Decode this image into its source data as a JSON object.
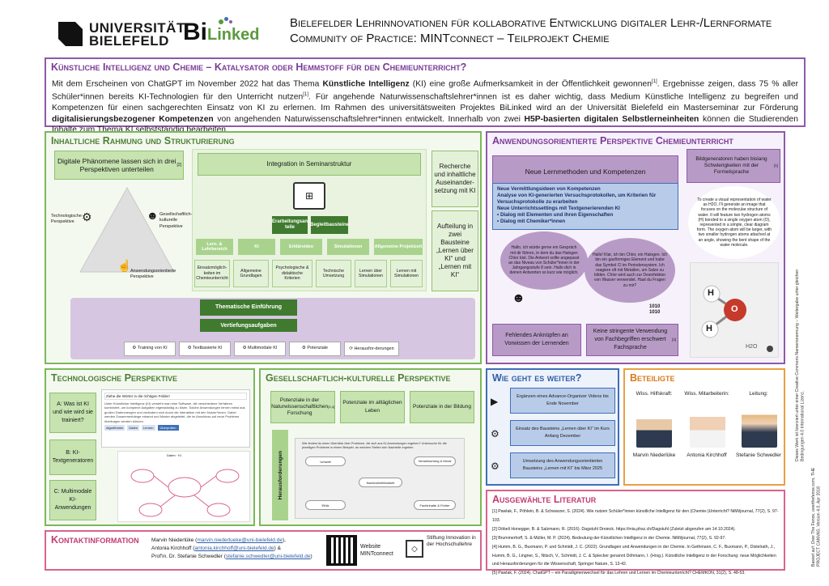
{
  "header": {
    "uni_line1": "UNIVERSITÄT",
    "uni_line2": "BIELEFELD",
    "bilinked_bi": "Bi",
    "bilinked_linked": "Linked",
    "title_line1": "Bielefelder Lehrinnovationen für kollaborative Entwicklung digitaler Lehr-/Lernformate",
    "title_line2": "Community of Practice: MINTconnect – Teilprojekt Chemie"
  },
  "intro": {
    "title": "Künstliche Intelligenz und Chemie – Katalysator oder Hemmstoff für den Chemieunterricht?",
    "p1": "Mit dem Erscheinen von ChatGPT im November 2022 hat das Thema ",
    "p1_bold": "Künstliche Intelligenz",
    "p2": " (KI) eine große Aufmerksamkeit in der Öffentlichkeit gewonnen",
    "p2_ref": "[1]",
    "p3": ". Ergebnisse zeigen, dass 75 % aller Schüler*innen bereits KI-Technologien für den Unterricht nutzen",
    "p3_ref": "[1]",
    "p4": ". Für angehende Naturwissenschaftslehrer*innen ist es daher wichtig, dass Medium Künstliche Intelligenz zu begreifen und Kompetenzen für einen sachgerechten Einsatz von KI zu erlernen. Im Rahmen des universitätsweiten Projektes BiLinked wird an der Universität Bielefeld ein Masterseminar zur Förderung ",
    "p4_bold": "digitalisierungsbezogener Kompetenzen",
    "p5": " von angehenden Naturwissenschaftslehrer*innen entwickelt. Innerhalb von zwei ",
    "p5_bold": "H5P-basierten digitalen Selbstlerneinheiten",
    "p6": " können die Studierenden Inhalte zum Thema KI selbstständig bearbeiten."
  },
  "rahmung": {
    "title": "Inhaltliche Rahmung und Strukturierung",
    "phenomena": "Digitale Phänomene lassen sich in drei Perspektiven unterteilen",
    "phenomena_ref": "[2]",
    "tech_persp": "Technologische Perspektive",
    "gesell_persp": "Gesellschaftlich-kulturelle Perspektive",
    "anwend_persp": "Anwendungsorientierte Perspektive",
    "integration": "Integration in Seminarstruktur",
    "erarbeitung": "Erarbeitungsan teile",
    "begleit": "Begleitbausteine",
    "top_boxes": [
      "Lern- & Lehrbereich",
      "KI",
      "Erklärvideo",
      "Simulationen",
      "Allgemeine Projektzeit"
    ],
    "bottom_boxes": [
      "Einsatzmöglich-keiten im Chemieunterricht",
      "Allgemeine Grundlagen",
      "Psychologische & didaktische Kriterien",
      "Technische Umsetzung",
      "Lernen über Simulationen",
      "Lernen mit Simulationen"
    ],
    "recherche": "Recherche und inhaltliche Auseinander-setzung mit KI",
    "aufteilung": "Aufteilung in zwei Bausteine „Lernen über KI“ und „Lernen mit KI“",
    "thematische": "Thematische Einführung",
    "vertiefung": "Vertiefungsaufgaben",
    "tasks": [
      "Training von KI",
      "Textbasierte KI",
      "Multimodale KI",
      "Potenziale",
      "Herausfor-derungen"
    ]
  },
  "anwendung": {
    "title": "Anwendungsorientierte Perspektive Chemieunterricht",
    "neue_lern": "Neue Lernmethoden und Kompetenzen",
    "ideas_l1": "Neue Vermittlungsideen von Kompetenzen",
    "ideas_l2": "Analyse von KI-generierten Versuchsprotokollen, um Kriterien für Versuchsprotokolle zu erarbeiten",
    "ideas_l3": "Neue Unterrichtssettings mit Textgenerierenden KI",
    "ideas_b1": "Dialog mit Elementen und ihren Eigenschaften",
    "ideas_b2": "Dialog mit Chemiker*innen",
    "bubble1": "Hallo, ich würde gerne ein Gespräch mit dir führen, in dem du das Halogen Chlor bist. Die Antwort sollte angepasst an das Niveau von Schüler*innen in der Jahrgangsstufe 8 sein. Hallo dich in deinen Antworten so kurz wie möglich.",
    "bubble2": "Hallo! Klar, ich bin Chlor, ein Halogen. Ich bin ein gasförmiges Element und habe das Symbol Cl im Periodensystem. Ich reagiere oft mit Metallen, um Salze zu bilden. Chlor wird auch zur Desinfektion von Wasser verwendet. Hast du Fragen zu mir?",
    "binary": "1010 1010",
    "fehlende": "Fehlendes Anknüpfen an Vorwissen der Lernenden",
    "keine": "Keine stringente Verwendung von Fachbegriffen erschwert Fachsprache",
    "keine_ref": "[3]",
    "bildgen": "Bildgeneratoren haben bislang Schwierigkeiten mit der Formelsprache",
    "bildgen_ref": "[1]",
    "prompt": "To create a visual representation of water as H2O, I'll generate an image that focuses on the molecular structure of water. It will feature two hydrogen atoms (H) bonded to a single oxygen atom (O), represented in a simple, clear diagram form. The oxygen atom will be larger, with two smaller hydrogen atoms attached at an angle, showing the bent shape of the water molecule.",
    "atom_h1": "H",
    "atom_o": "O",
    "atom_h2": "H",
    "formula": "H2O"
  },
  "tech": {
    "title": "Technologische Perspektive",
    "a": "A: Was ist KI und wie wird sie trainiert?",
    "b": "B: KI-Textgeneratoren",
    "c": "C: Multimodale KI-Anwendungen",
    "cloze_title": "Ziehe die Wörter in die richtigen Felder!",
    "cloze_text": "Unter Künstlicher Intelligenz (KI) versteht man eine Software, die verschiedene Verfahren kombiniert, um komplexe Aufgaben eigenständig zu lösen. Solche Anwendungen lernen meist aus großen Datenmengen und verändern sich durch die Interaktion mit den Nutzer*innen. Dabei werden Zusammenhänge erkannt und Muster abgeleitet, die im Anschluss auf neue Probleme übertragen werden können.",
    "chip1": "Algorithmen",
    "chip2": "Daten",
    "chip3": "Lernen",
    "diagram_label": "Daten · KI",
    "check": "Überprüfen"
  },
  "gesell": {
    "title": "Gesellschaftlich-kulturelle Perspektive",
    "box1": "Potenziale in der Naturwissenschaftlichen Forschung",
    "box1_ref": "[3,4]",
    "box2": "Potenziale im alltäglichen Leben",
    "box3": "Potenziale in der Bildung",
    "vertical": "Herausforderungen",
    "screen_text": "Wie findest du einen Überblick über Probleme, die sich aus KI-Anwendungen ergeben? Untersuche für die jeweiligen Probleme in einem Beispiel, an welchen Stellen sich Nachteile ergeben.",
    "nodes": [
      "Umwelt",
      "Verantwortung & Moral",
      "Nachvollziehbarkeit",
      "Ethik",
      "Fachinhalte & Fehler"
    ]
  },
  "weiter": {
    "title": "Wie geht es weiter?",
    "step1": "Ergänzen eines Advance-Organizer Videos bis Ende November",
    "step2": "Einsatz des Bausteins „Lernen über KI“ im Kurs Anfang Dezember",
    "step3": "Umsetzung des Anwendungsorientierten Bausteins „Lernen mit KI“ bis März 2025"
  },
  "beteiligte": {
    "title": "Beteiligte",
    "roles": [
      "Wiss. Hilfskraft:",
      "Wiss. Mitarbeiterin:",
      "Leitung:"
    ],
    "names": [
      "Marvin Niederlüke",
      "Antonia Kirchhoff",
      "Stefanie Schwedler"
    ]
  },
  "literatur": {
    "title": "Ausgewählte Literatur",
    "refs": [
      "[1] Pawlak, F., Pöhlein, B. & Schwarzer, S. (2024). Wie nutzen Schüler*innen künstliche Intelligenz für den (Chemie-)Unterricht? NiMi/journal, 77(2), S. 97-103.",
      "[2] Döbeli Honegger, B. & Salzmann, R. (2016). Dagstuhl Dreieck. https://mia.phsz.ch/Dagstuhl (Zuletzt abgerufen am 14.10.2024).",
      "[3] Brummerhoff, S. & Müller, M. P. (2024). Bedeutung der Künstlichen Intelligenz in der Chemie. NiMi/journal, 77(2), S. 92-97.",
      "[4] Humm, B. G., Buxmann, P. und Schmidt, J. C. (2022). Grundlagen und Anwendungen in der Chemie. In Gethmann, C. F., Buxmann, P., Distelrath, J., Humm, B. G., Lingner, S., Nitsch, V., Schmidt, J. C. & Spiecker genannt Döhmann, I. (Hrsg.). Künstliche Intelligenz in der Forschung: neue Möglichkeiten und Herausforderungen für die Wissenschaft, Springer Nature, S. 13-42.",
      "[5] Pawlak, F. (2024). ChatGPT – ein Paradigmenwechsel für das Lehren und Lernen im Chemieunterricht? CHEMKON, 31(2), S. 48-53."
    ]
  },
  "kontakt": {
    "title": "Kontaktinformation",
    "l1_name": "Marvin Niederlüke (",
    "l1_mail": "marvin.niederlueke@uni-bielefeld.de",
    "l1_end": "),",
    "l2_name": "Antonia Kirchhoff (",
    "l2_mail": "antonia.kirchhoff@uni-bielefeld.de",
    "l2_end": ") &",
    "l3_name": "Prof'in. Dr. Stefanie Schwedler (",
    "l3_mail": "stefanie.schwedler@uni-bielefeld.de",
    "l3_end": ")",
    "website": "Website MINTconnect",
    "stiftung": "Stiftung Innovation in der Hochschullehre"
  },
  "sidebar": {
    "license": "Dieses Werk ist lizenziert unter einer Creative Commons Namensnennung – Weitergabe unter gleichen Bedingungen 4.0 International Lizenz.",
    "credit": "Basiert auf: Over The Fence, overthefence.com, THE PROJECT CANVAS, Version 4.0, Apr 2018"
  },
  "colors": {
    "green": "#7cb85a",
    "purple": "#8e5aa8",
    "blue": "#3f6fb8",
    "orange": "#e8a040",
    "pink": "#d9638e"
  }
}
